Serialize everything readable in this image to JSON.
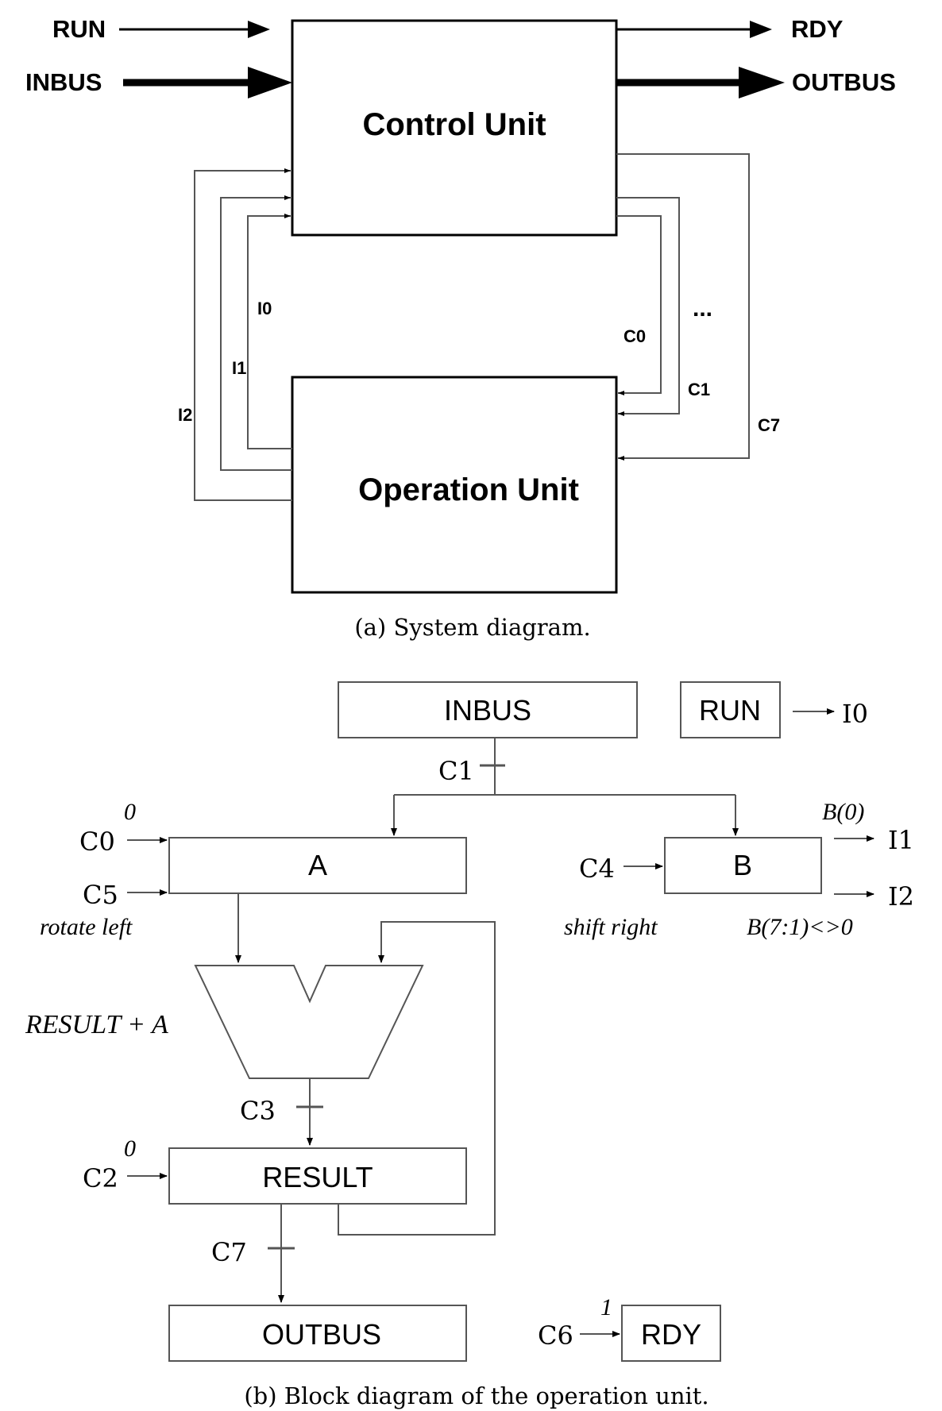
{
  "system": {
    "inputs": {
      "run": "RUN",
      "inbus": "INBUS"
    },
    "outputs": {
      "rdy": "RDY",
      "outbus": "OUTBUS"
    },
    "control_unit": "Control Unit",
    "operation_unit": "Operation Unit",
    "status_signals": [
      "I0",
      "I1",
      "I2"
    ],
    "control_signals": [
      "C0",
      "C1",
      "C7"
    ],
    "ellipsis": "...",
    "caption": "(a) System diagram."
  },
  "operation": {
    "registers": {
      "inbus": "INBUS",
      "run": "RUN",
      "a": "A",
      "b": "B",
      "result": "RESULT",
      "outbus": "OUTBUS",
      "rdy": "RDY"
    },
    "signals": {
      "i0": "I0",
      "i1": "I1",
      "i2": "I2",
      "c0": "C0",
      "c1": "C1",
      "c2": "C2",
      "c3": "C3",
      "c4": "C4",
      "c5": "C5",
      "c6": "C6",
      "c7": "C7"
    },
    "annotations": {
      "a_clear": "0",
      "rotate_left": "rotate left",
      "b0": "B(0)",
      "b_nonzero": "B(7:1)<>0",
      "shift_right": "shift right",
      "adder": "RESULT + A",
      "result_clear": "0",
      "rdy_set": "1"
    },
    "caption": "(b) Block diagram of the operation unit."
  }
}
